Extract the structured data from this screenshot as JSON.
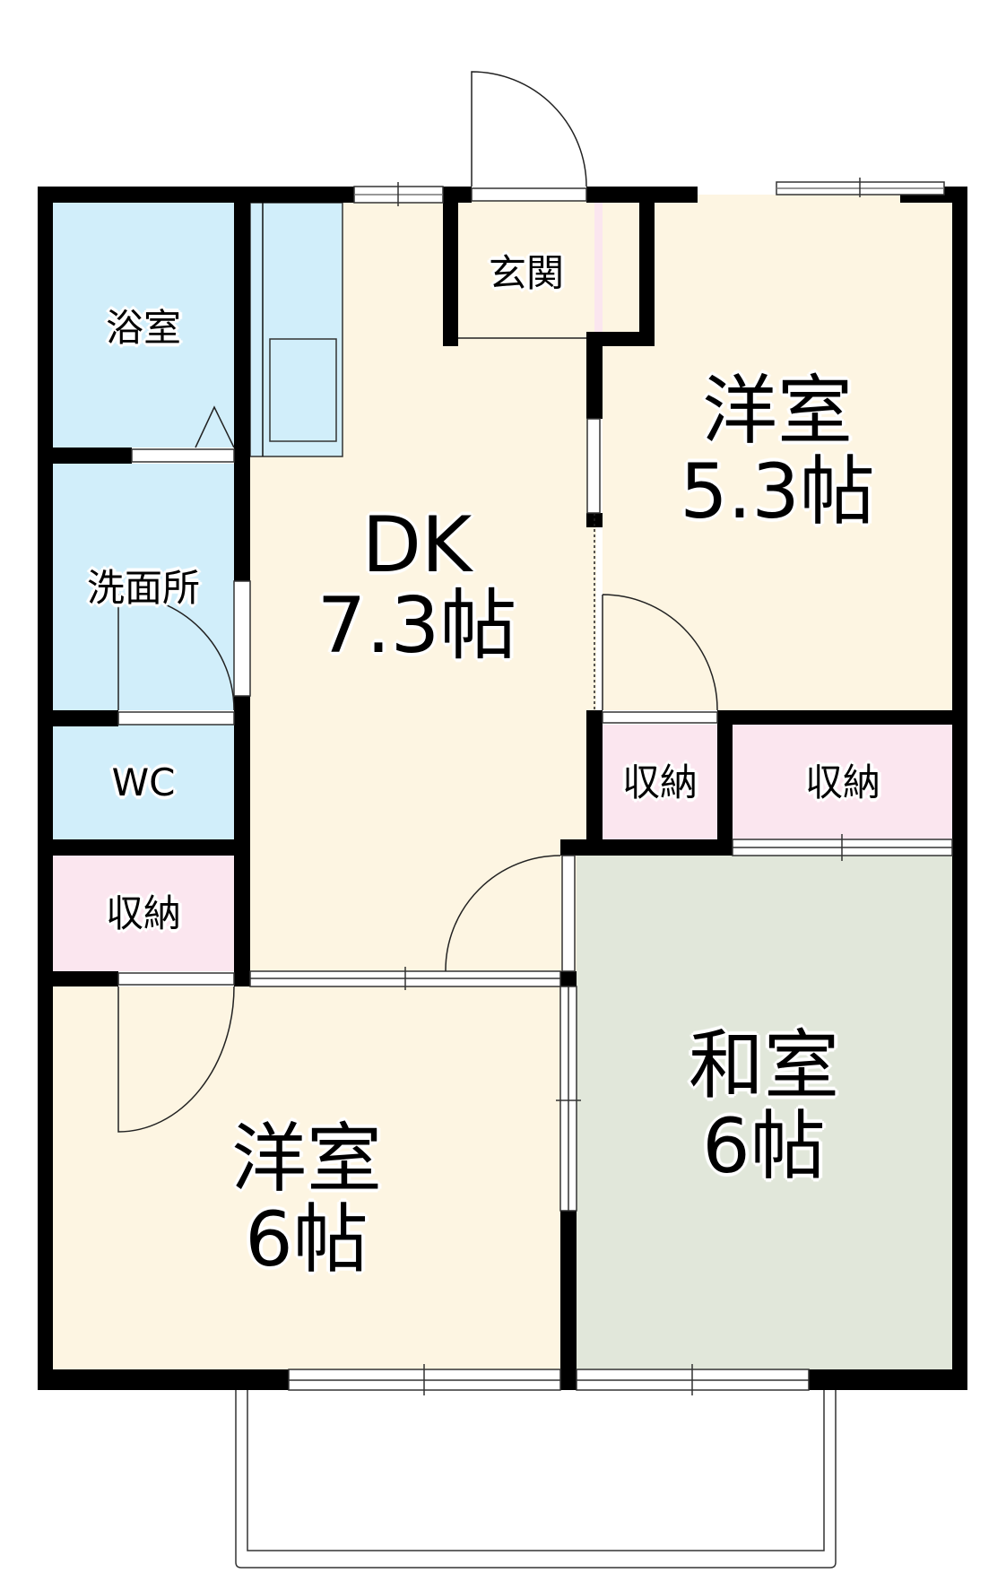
{
  "floorplan": {
    "rooms": {
      "bath": {
        "name": "浴室"
      },
      "washroom": {
        "name": "洗面所"
      },
      "wc": {
        "name": "WC"
      },
      "storage_left": {
        "name": "収納"
      },
      "entrance": {
        "name": "玄関"
      },
      "dk": {
        "name": "DK",
        "size": "7.3帖"
      },
      "western_room_1": {
        "name": "洋室",
        "size": "5.3帖"
      },
      "storage_mid": {
        "name": "収納"
      },
      "storage_right": {
        "name": "収納"
      },
      "western_room_2": {
        "name": "洋室",
        "size": "6帖"
      },
      "japanese_room": {
        "name": "和室",
        "size": "6帖"
      }
    },
    "colors": {
      "wall": "#000000",
      "living_floor": "#fdf5e2",
      "wet_area": "#d1eefa",
      "storage": "#fbe6ef",
      "tatami": "#e1e7da",
      "window": "#ffffff"
    }
  }
}
